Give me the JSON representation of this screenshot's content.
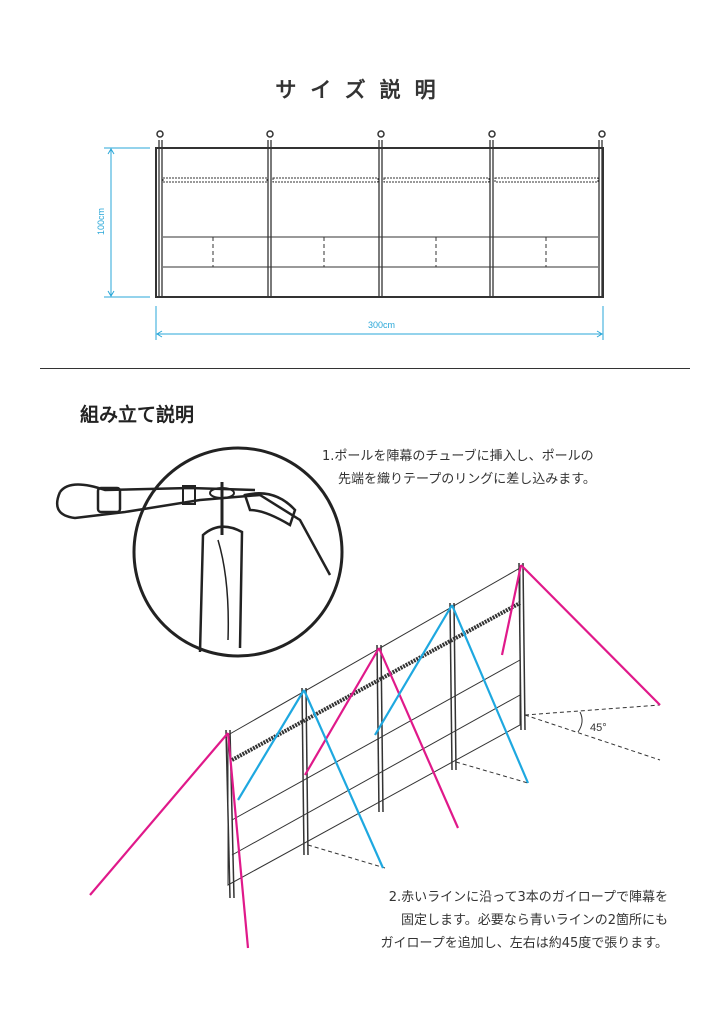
{
  "size_section": {
    "title": "サイズ説明",
    "height_label": "100cm",
    "width_label": "300cm"
  },
  "assembly_section": {
    "heading": "組み立て説明",
    "step1": [
      "1.ポールを陣幕のチューブに挿入し、ポールの",
      "先端を織りテープのリングに差し込みます。"
    ],
    "step2": [
      "2.赤いラインに沿って3本のガイロープで陣幕を",
      "固定します。必要なら青いラインの2箇所にも",
      "ガイロープを追加し、左右は約45度で張ります。"
    ],
    "angle_label": "45°"
  },
  "colors": {
    "dimension": "#2aa7d8",
    "red_line": "#e0198a",
    "blue_line": "#1ea8e0",
    "line": "#333333"
  }
}
